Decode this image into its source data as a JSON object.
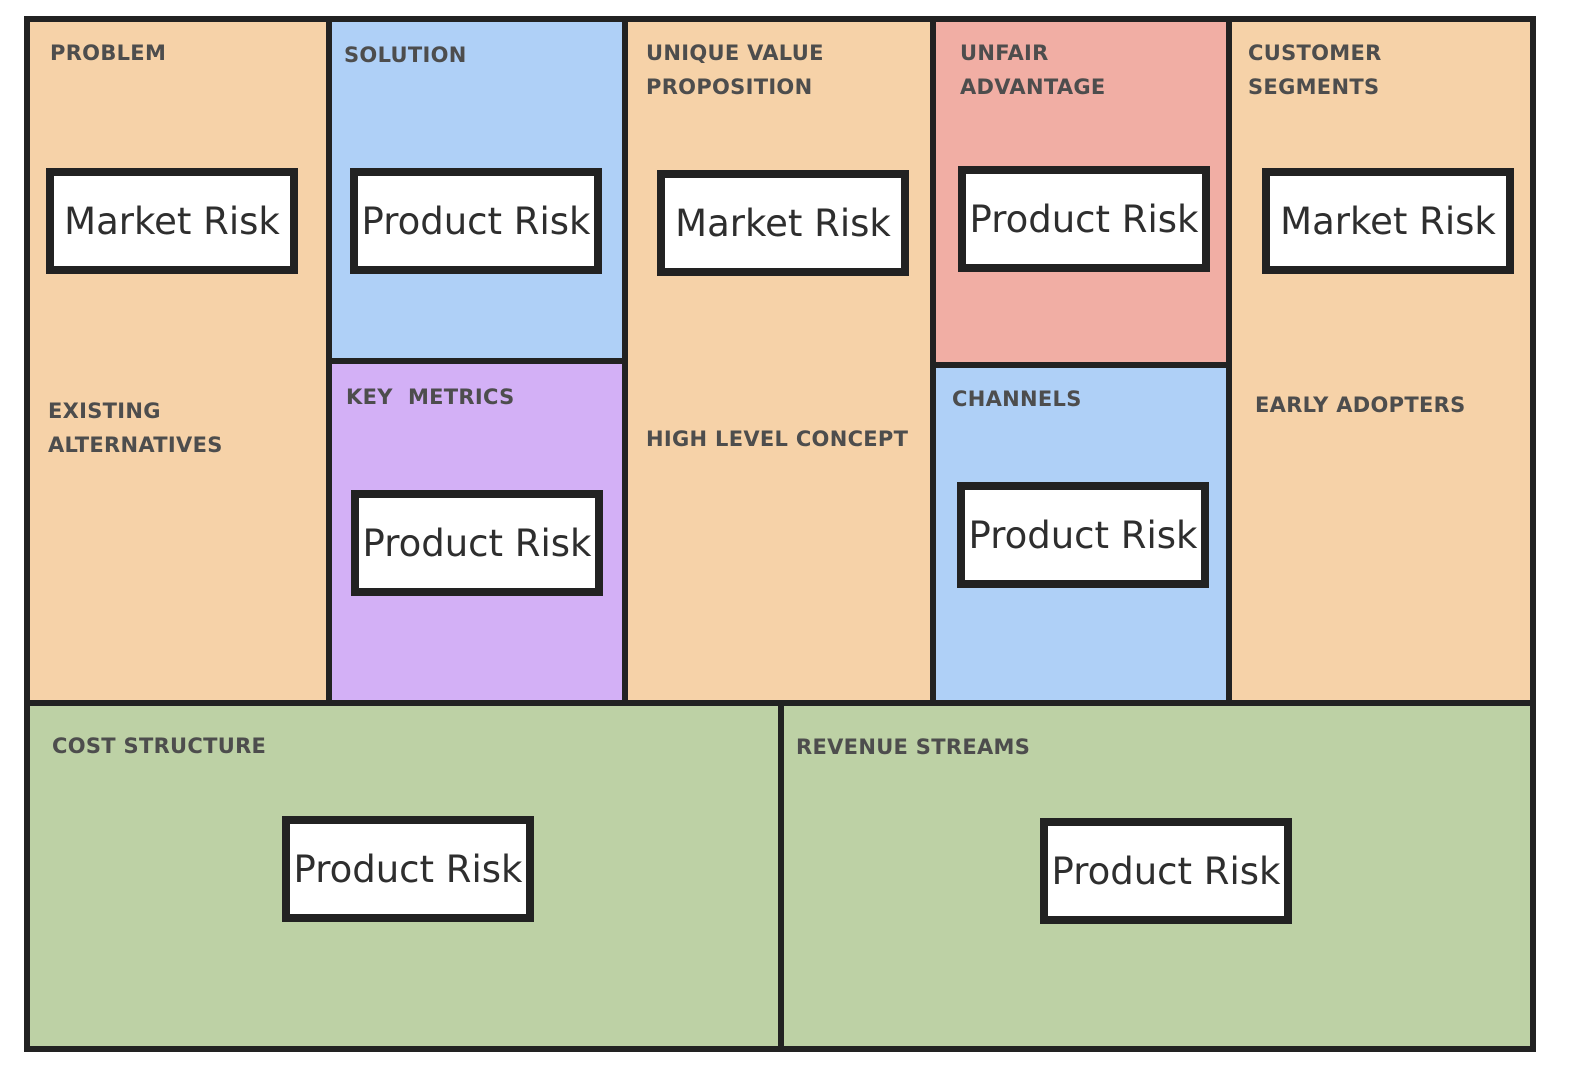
{
  "colors": {
    "orange": "#f6d2a8",
    "blue": "#afd0f7",
    "purple": "#d3b0f6",
    "red": "#f1aea4",
    "green": "#bdd1a5",
    "outline": "#222222"
  },
  "blocks": {
    "problem": {
      "label": "PROBLEM",
      "risk": "Market Risk"
    },
    "existing_alternatives": {
      "label": "EXISTING\nALTERNATIVES"
    },
    "solution": {
      "label": "SOLUTION",
      "risk": "Product Risk"
    },
    "key_metrics": {
      "label": "KEY  METRICS",
      "risk": "Product Risk"
    },
    "unique_value_proposition": {
      "label": "UNIQUE VALUE\nPROPOSITION",
      "risk": "Market Risk"
    },
    "high_level_concept": {
      "label": "HIGH LEVEL CONCEPT"
    },
    "unfair_advantage": {
      "label": "UNFAIR\nADVANTAGE",
      "risk": "Product Risk"
    },
    "channels": {
      "label": "CHANNELS",
      "risk": "Product Risk"
    },
    "customer_segments": {
      "label": "CUSTOMER\nSEGMENTS",
      "risk": "Market Risk"
    },
    "early_adopters": {
      "label": "EARLY ADOPTERS"
    },
    "cost_structure": {
      "label": "COST STRUCTURE",
      "risk": "Product Risk"
    },
    "revenue_streams": {
      "label": "REVENUE STREAMS",
      "risk": "Product Risk"
    }
  }
}
